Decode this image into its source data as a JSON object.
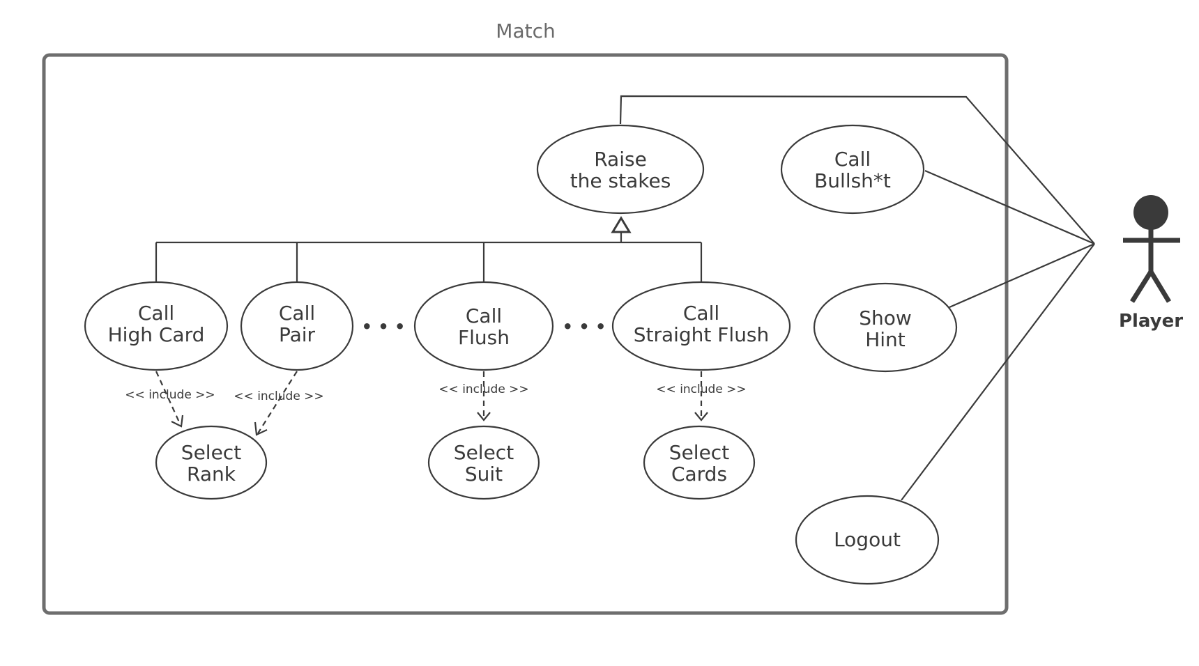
{
  "boundary": {
    "title": "Match"
  },
  "actor": {
    "name": "Player",
    "icon": "stick-figure-icon"
  },
  "use_cases": {
    "raise": {
      "lines": [
        "Raise",
        "the stakes"
      ]
    },
    "bullshit": {
      "lines": [
        "Call",
        "Bullsh*t"
      ]
    },
    "hint": {
      "lines": [
        "Show",
        "Hint"
      ]
    },
    "logout": {
      "lines": [
        "Logout"
      ]
    },
    "high_card": {
      "lines": [
        "Call",
        "High Card"
      ]
    },
    "pair": {
      "lines": [
        "Call",
        "Pair"
      ]
    },
    "flush": {
      "lines": [
        "Call",
        "Flush"
      ]
    },
    "straight_flush": {
      "lines": [
        "Call",
        "Straight Flush"
      ]
    },
    "select_rank": {
      "lines": [
        "Select",
        "Rank"
      ]
    },
    "select_suit": {
      "lines": [
        "Select",
        "Suit"
      ]
    },
    "select_cards": {
      "lines": [
        "Select",
        "Cards"
      ]
    }
  },
  "include_label": "<< include >>",
  "ellipsis": "• • •"
}
